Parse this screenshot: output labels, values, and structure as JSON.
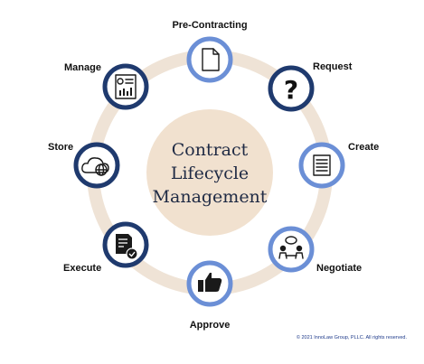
{
  "center": {
    "lines": [
      "Contract",
      "Lifecycle",
      "Management"
    ]
  },
  "stages": [
    {
      "id": "pre-contracting",
      "label": "Pre-Contracting",
      "icon": "document-blank-icon",
      "ring_color": "#6b8fd6"
    },
    {
      "id": "request",
      "label": "Request",
      "icon": "question-mark-icon",
      "ring_color": "#1f3a6e"
    },
    {
      "id": "create",
      "label": "Create",
      "icon": "document-text-icon",
      "ring_color": "#6b8fd6"
    },
    {
      "id": "negotiate",
      "label": "Negotiate",
      "icon": "people-meeting-icon",
      "ring_color": "#6b8fd6"
    },
    {
      "id": "approve",
      "label": "Approve",
      "icon": "thumbs-up-icon",
      "ring_color": "#6b8fd6"
    },
    {
      "id": "execute",
      "label": "Execute",
      "icon": "signed-document-icon",
      "ring_color": "#1f3a6e"
    },
    {
      "id": "store",
      "label": "Store",
      "icon": "cloud-storage-icon",
      "ring_color": "#1f3a6e"
    },
    {
      "id": "manage",
      "label": "Manage",
      "icon": "report-chart-icon",
      "ring_color": "#1f3a6e"
    }
  ],
  "colors": {
    "ring": "#efe3d6",
    "center": "#f1e1cf",
    "center_text": "#1f2a44",
    "light_blue": "#6b8fd6",
    "navy": "#1f3a6e"
  },
  "copyright": "© 2021 InnoLaw Group, PLLC. All rights reserved."
}
